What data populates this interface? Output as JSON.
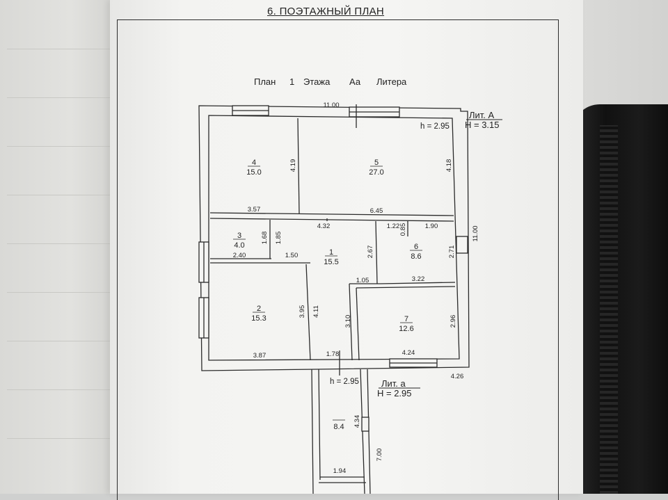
{
  "document": {
    "section_title": "6. ПОЭТАЖНЫЙ ПЛАН",
    "caption": [
      "План",
      "1",
      "Этажа",
      "Аа",
      "Литера"
    ]
  },
  "plan": {
    "lit_main": "Лит. А",
    "H_main": "H = 3.15",
    "h_main": "h = 2.95",
    "lit_annex": "Лит. а",
    "H_annex": "H = 2.95",
    "h_annex": "h = 2.95",
    "rooms": [
      {
        "id": "4",
        "area": "15.0"
      },
      {
        "id": "5",
        "area": "27.0"
      },
      {
        "id": "3",
        "area": "4.0"
      },
      {
        "id": "1",
        "area": "15.5"
      },
      {
        "id": "6",
        "area": "8.6"
      },
      {
        "id": "2",
        "area": "15.3"
      },
      {
        "id": "7",
        "area": "12.6"
      },
      {
        "id": "",
        "area": "8.4"
      }
    ],
    "dims": {
      "top_total": "11.00",
      "right_total": "11.00",
      "r4_h": "4.19",
      "r5_h": "4.18",
      "r4_w": "3.57",
      "r5_w": "6.45",
      "hall_w": "4.32",
      "r6_w1": "1.22",
      "r6_w2": "1.90",
      "r6_d": "0.85",
      "r3_h1": "1.68",
      "r3_h2": "1.85",
      "r1_h": "2.67",
      "r6_h": "2.71",
      "r3_w": "2.40",
      "hall_w2": "1.50",
      "step_w": "1.05",
      "r6_w": "3.22",
      "r2_h1": "3.95",
      "r2_h2": "4.11",
      "r1_h2": "3.10",
      "r7_h": "2.96",
      "r2_w": "3.87",
      "door_w": "1.78",
      "r7_w": "4.24",
      "annex_w": "4.26",
      "annex_h": "4.34",
      "annex_total": "7.00",
      "annex_bottom": "1.94"
    }
  }
}
